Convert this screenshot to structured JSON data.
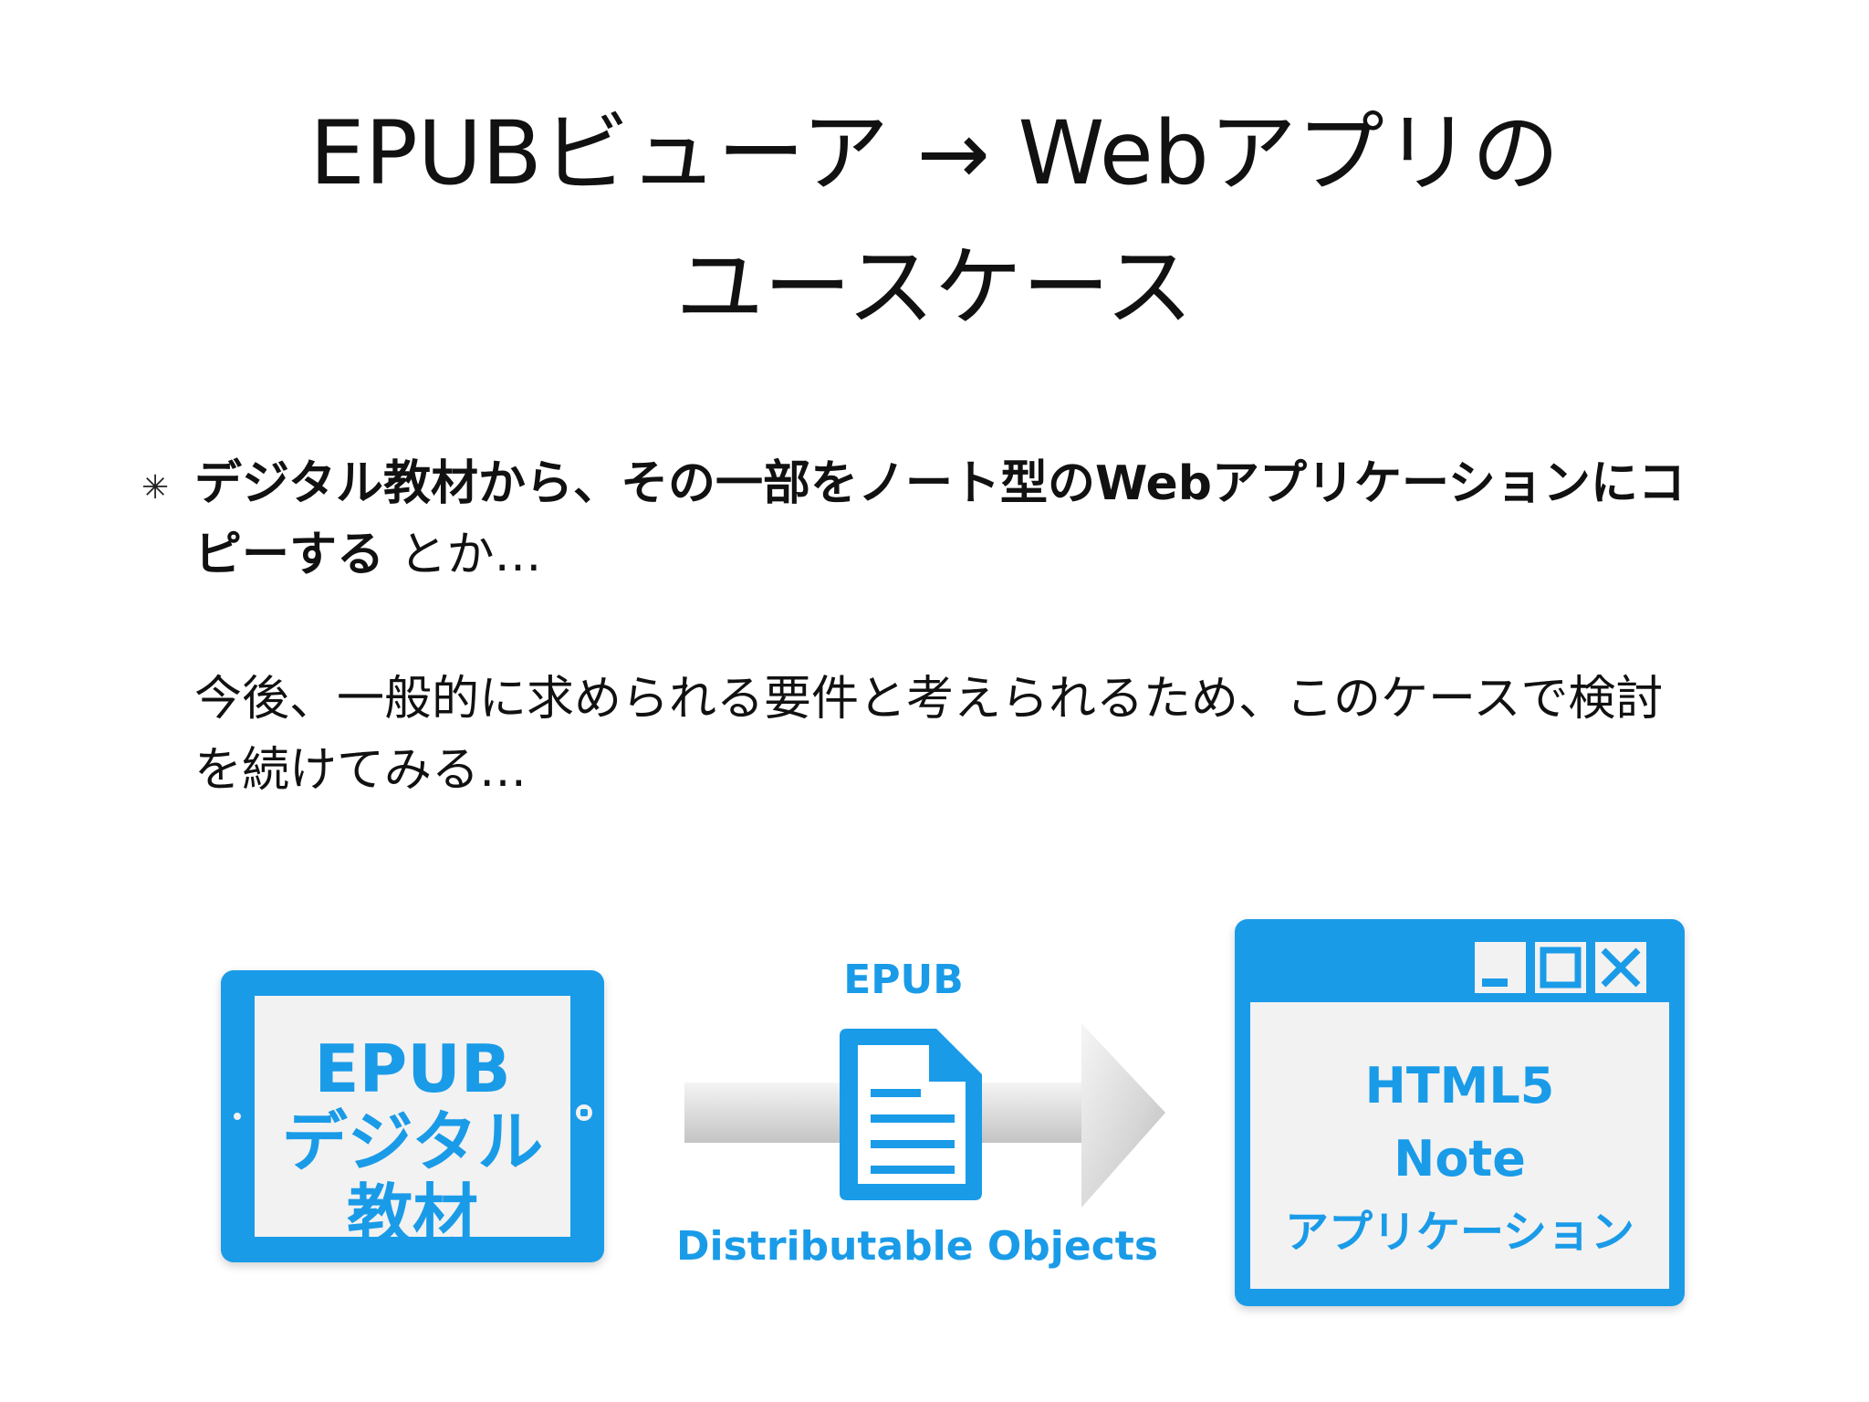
{
  "title": {
    "line1": "EPUBビューア → Webアプリの",
    "line2": "ユースケース"
  },
  "bullet": {
    "marker": "✳",
    "bold_line1": "デジタル教材から、その一部をノート型のWebアプリケーションにコ",
    "bold_line2": "ピーする",
    "normal_suffix": " とか…"
  },
  "paragraph": {
    "line1": "今後、一般的に求められる要件と考えられるため、このケースで検討",
    "line2": "を続けてみる…"
  },
  "diagram": {
    "tablet_label": [
      "EPUB",
      "デジタル",
      "教材"
    ],
    "arrow_top_label": "EPUB",
    "arrow_bottom_label": "Distributable Objects",
    "window_label": [
      "HTML5",
      "Note",
      "アプリケーション"
    ],
    "accent_color": "#1a9be8"
  }
}
